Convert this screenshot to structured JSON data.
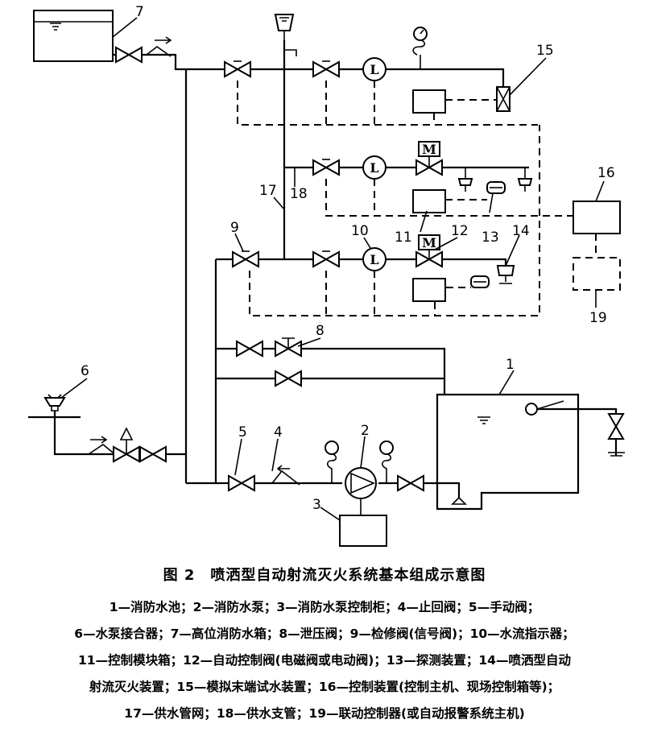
{
  "diagram": {
    "callouts": {
      "n1": "1",
      "n2": "2",
      "n3": "3",
      "n4": "4",
      "n5": "5",
      "n6": "6",
      "n7": "7",
      "n8": "8",
      "n9": "9",
      "n10": "10",
      "n11": "11",
      "n12": "12",
      "n13": "13",
      "n14": "14",
      "n15": "15",
      "n16": "16",
      "n17": "17",
      "n18": "18",
      "n19": "19"
    },
    "symbols": {
      "flow_indicator": "L",
      "motor": "M"
    }
  },
  "caption": {
    "title": "图 2　喷洒型自动射流灭火系统基本组成示意图",
    "legend_lines": [
      "1—消防水池；2—消防水泵；3—消防水泵控制柜；4—止回阀；5—手动阀；",
      "6—水泵接合器；7—高位消防水箱；8—泄压阀；9—检修阀(信号阀)；10—水流指示器；",
      "11—控制模块箱；12—自动控制阀(电磁阀或电动阀)；13—探测装置；14—喷洒型自动",
      "射流灭火装置；15—模拟末端试水装置；16—控制装置(控制主机、现场控制箱等)；",
      "17—供水管网；18—供水支管；19—联动控制器(或自动报警系统主机)"
    ]
  }
}
